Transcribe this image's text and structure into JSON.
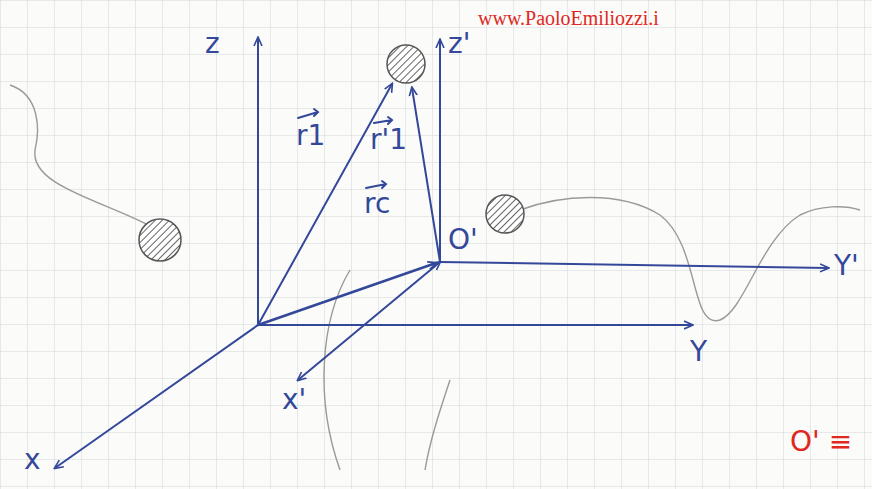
{
  "diagram": {
    "labels": [
      "z",
      "z'",
      "www.PaoloEmiliozzi.i",
      "r1",
      "r'1",
      "rc",
      "O'",
      "Y'",
      "Y",
      "x'",
      "x",
      "O' ≡"
    ]
  }
}
